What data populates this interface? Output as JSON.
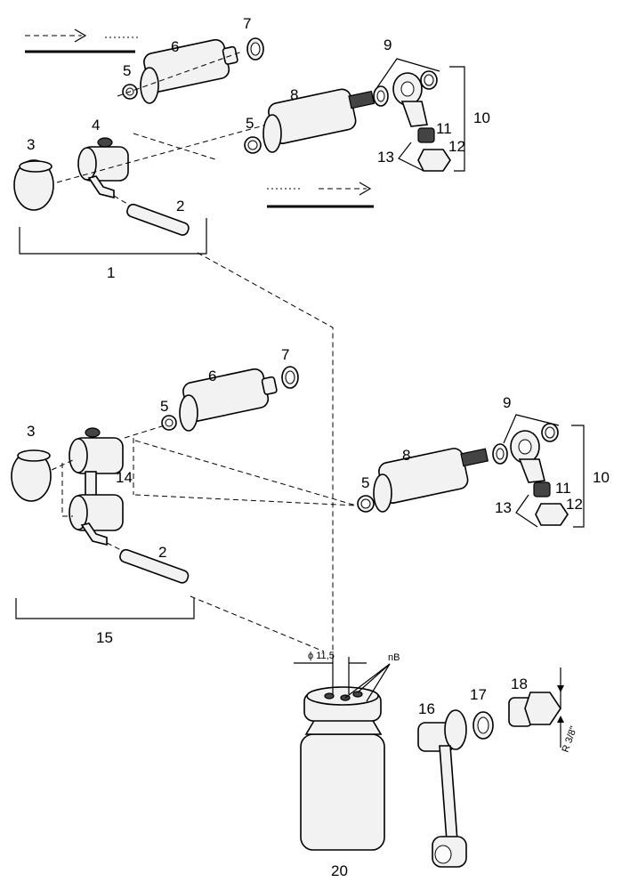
{
  "labels": {
    "l1": "1",
    "l2a": "2",
    "l2b": "2",
    "l3a": "3",
    "l3b": "3",
    "l4": "4",
    "l5a": "5",
    "l5b": "5",
    "l5c": "5",
    "l5d": "5",
    "l6a": "6",
    "l6b": "6",
    "l7a": "7",
    "l7b": "7",
    "l8a": "8",
    "l8b": "8",
    "l9a": "9",
    "l9b": "9",
    "l10a": "10",
    "l10b": "10",
    "l11a": "11",
    "l11b": "11",
    "l12a": "12",
    "l12b": "12",
    "l13a": "13",
    "l13b": "13",
    "l14": "14",
    "l15": "15",
    "l16": "16",
    "l17": "17",
    "l18": "18",
    "l20": "20"
  },
  "dimensions": {
    "bore": "ϕ 11,5",
    "nB": "nB",
    "thread": "R 3/8\""
  }
}
